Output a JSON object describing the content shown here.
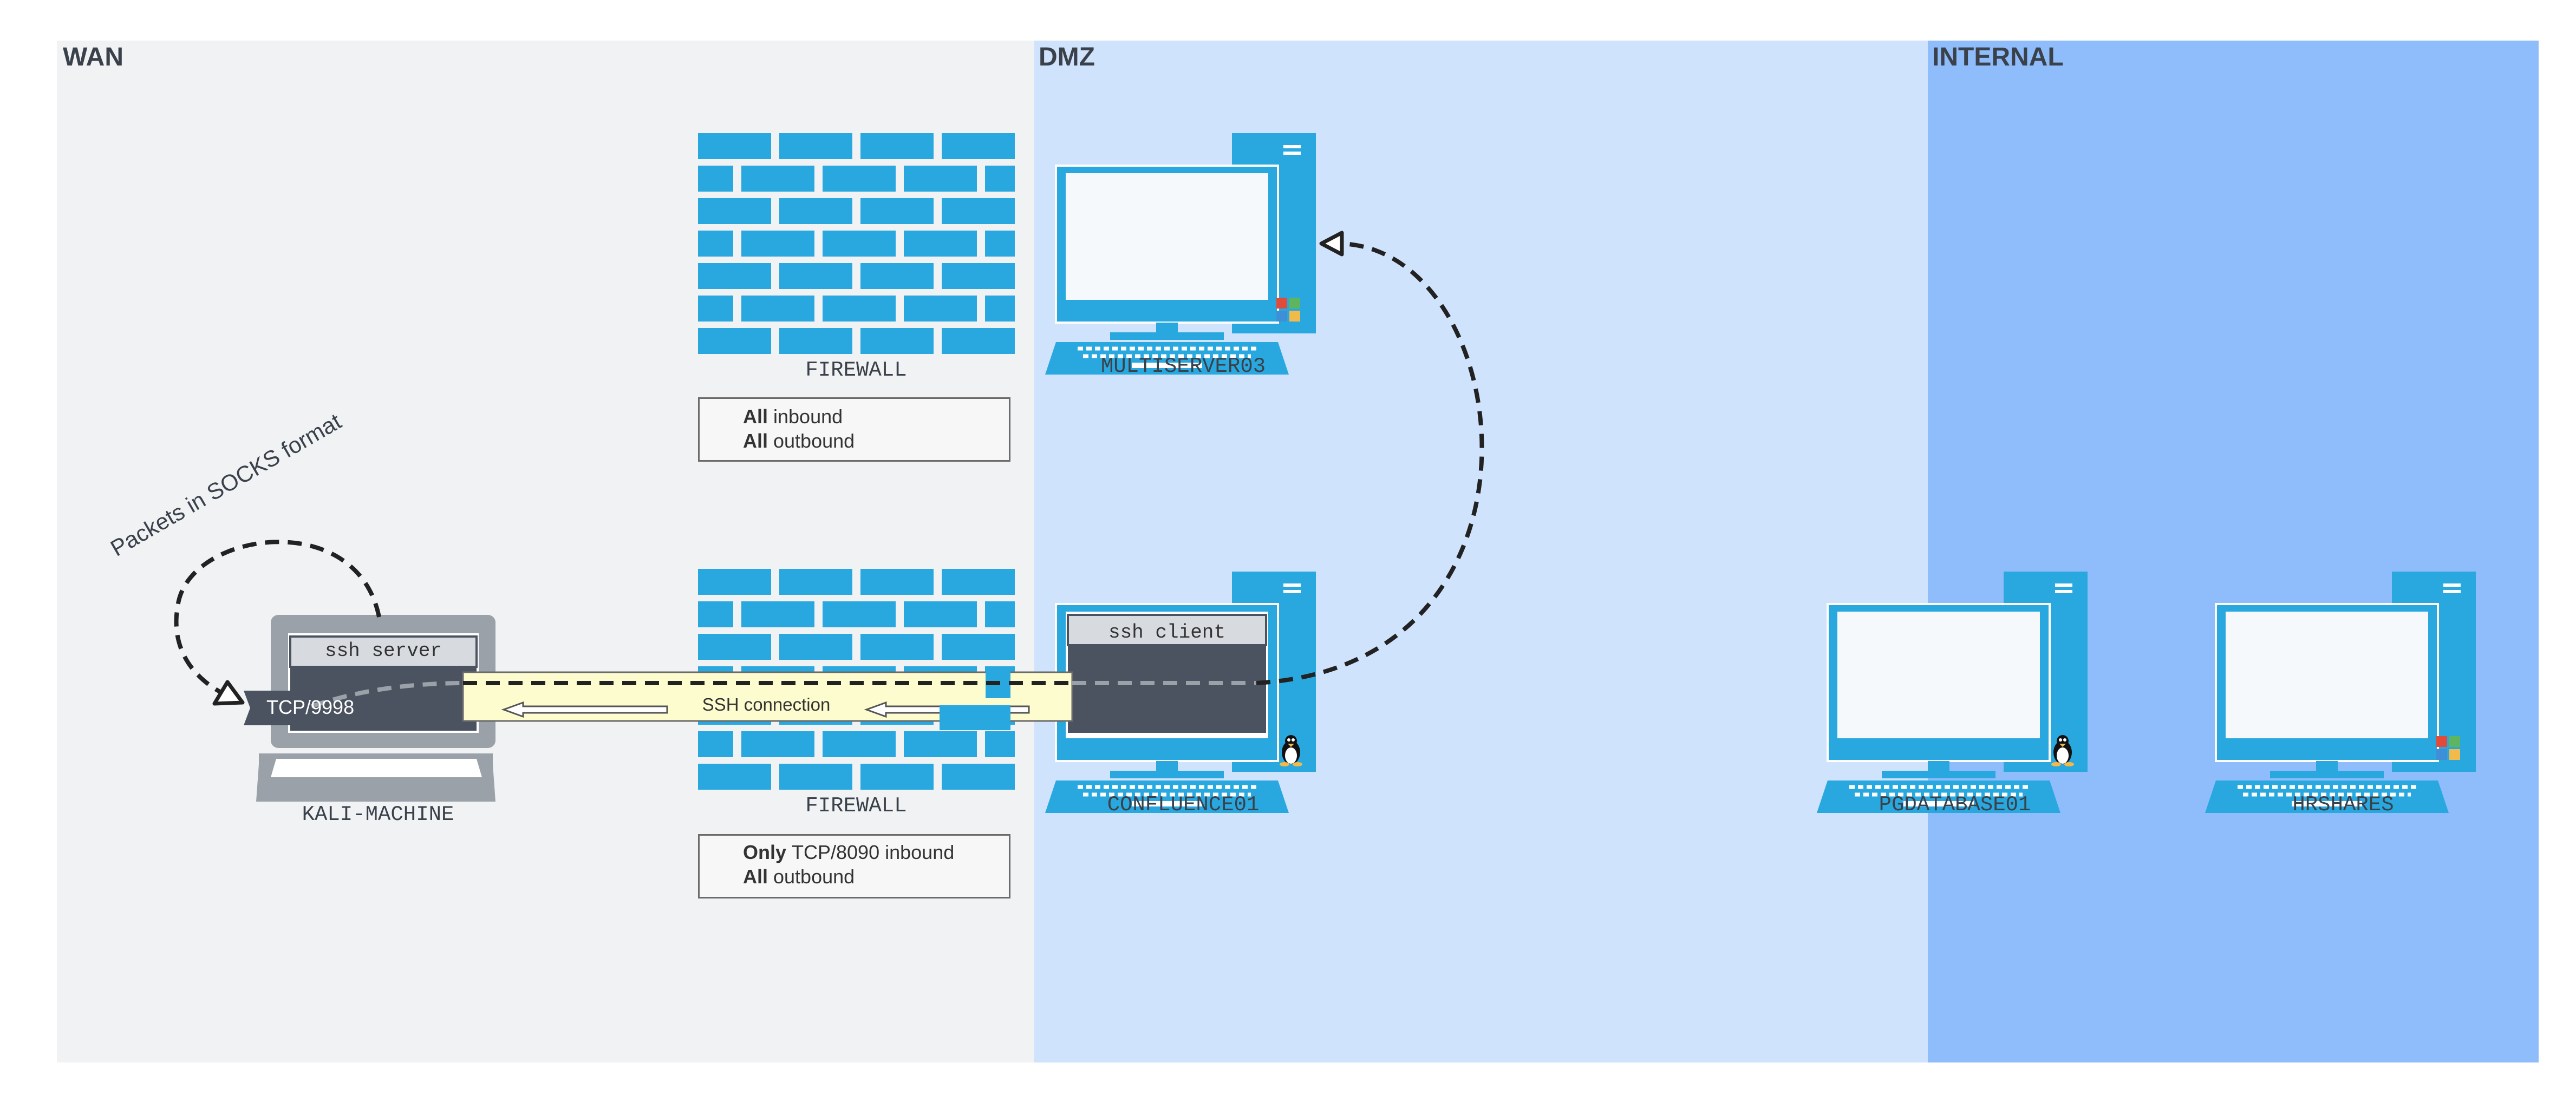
{
  "zones": {
    "wan_label": "WAN",
    "dmz_label": "DMZ",
    "internal_label": "INTERNAL",
    "colors": {
      "wan": "#f0f2f4",
      "dmz": "#cfe3fd",
      "internal": "#8fbcfa"
    }
  },
  "hosts": {
    "kali": "KALI-MACHINE",
    "multiserver": "MULTISERVER03",
    "confluence": "CONFLUENCE01",
    "pgdatabase": "PGDATABASE01",
    "hrshares": "HRSHARES"
  },
  "firewalls": {
    "top": {
      "label": "FIREWALL",
      "rules": [
        {
          "status": "deny",
          "bold": "All",
          "text": "inbound"
        },
        {
          "status": "deny",
          "bold": "All",
          "text": "outbound"
        }
      ]
    },
    "bottom": {
      "label": "FIREWALL",
      "rules": [
        {
          "status": "allow",
          "bold": "Only",
          "text": "TCP/8090 inbound"
        },
        {
          "status": "allow",
          "bold": "All",
          "text": "outbound"
        }
      ]
    }
  },
  "terminals": {
    "kali_title": "ssh server",
    "confluence_title": "ssh client"
  },
  "connection": {
    "port_label": "TCP/9998",
    "tunnel_label": "SSH connection",
    "socks_label": "Packets in SOCKS format"
  },
  "colors": {
    "device_blue": "#29a8df",
    "screen_dark": "#4b5260",
    "tunnel_yellow": "#fdfccf",
    "deny_red": "#e0321f",
    "allow_green": "#29b32a",
    "laptop_gray": "#9aa1a9"
  }
}
